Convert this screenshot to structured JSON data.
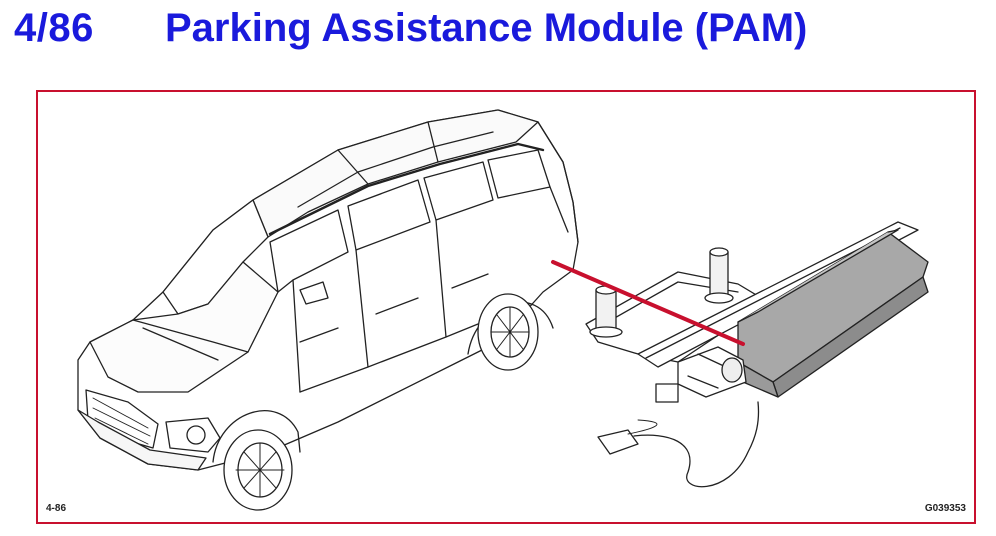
{
  "header": {
    "slide_number": "4/86",
    "title": "Parking Assistance Module (PAM)"
  },
  "figure": {
    "figure_number": "4-86",
    "reference_code": "G039353"
  },
  "colors": {
    "title_blue": "#1a1adc",
    "frame_red": "#c8102e",
    "callout_red": "#c8102e",
    "module_gray": "#9c9c9c"
  }
}
